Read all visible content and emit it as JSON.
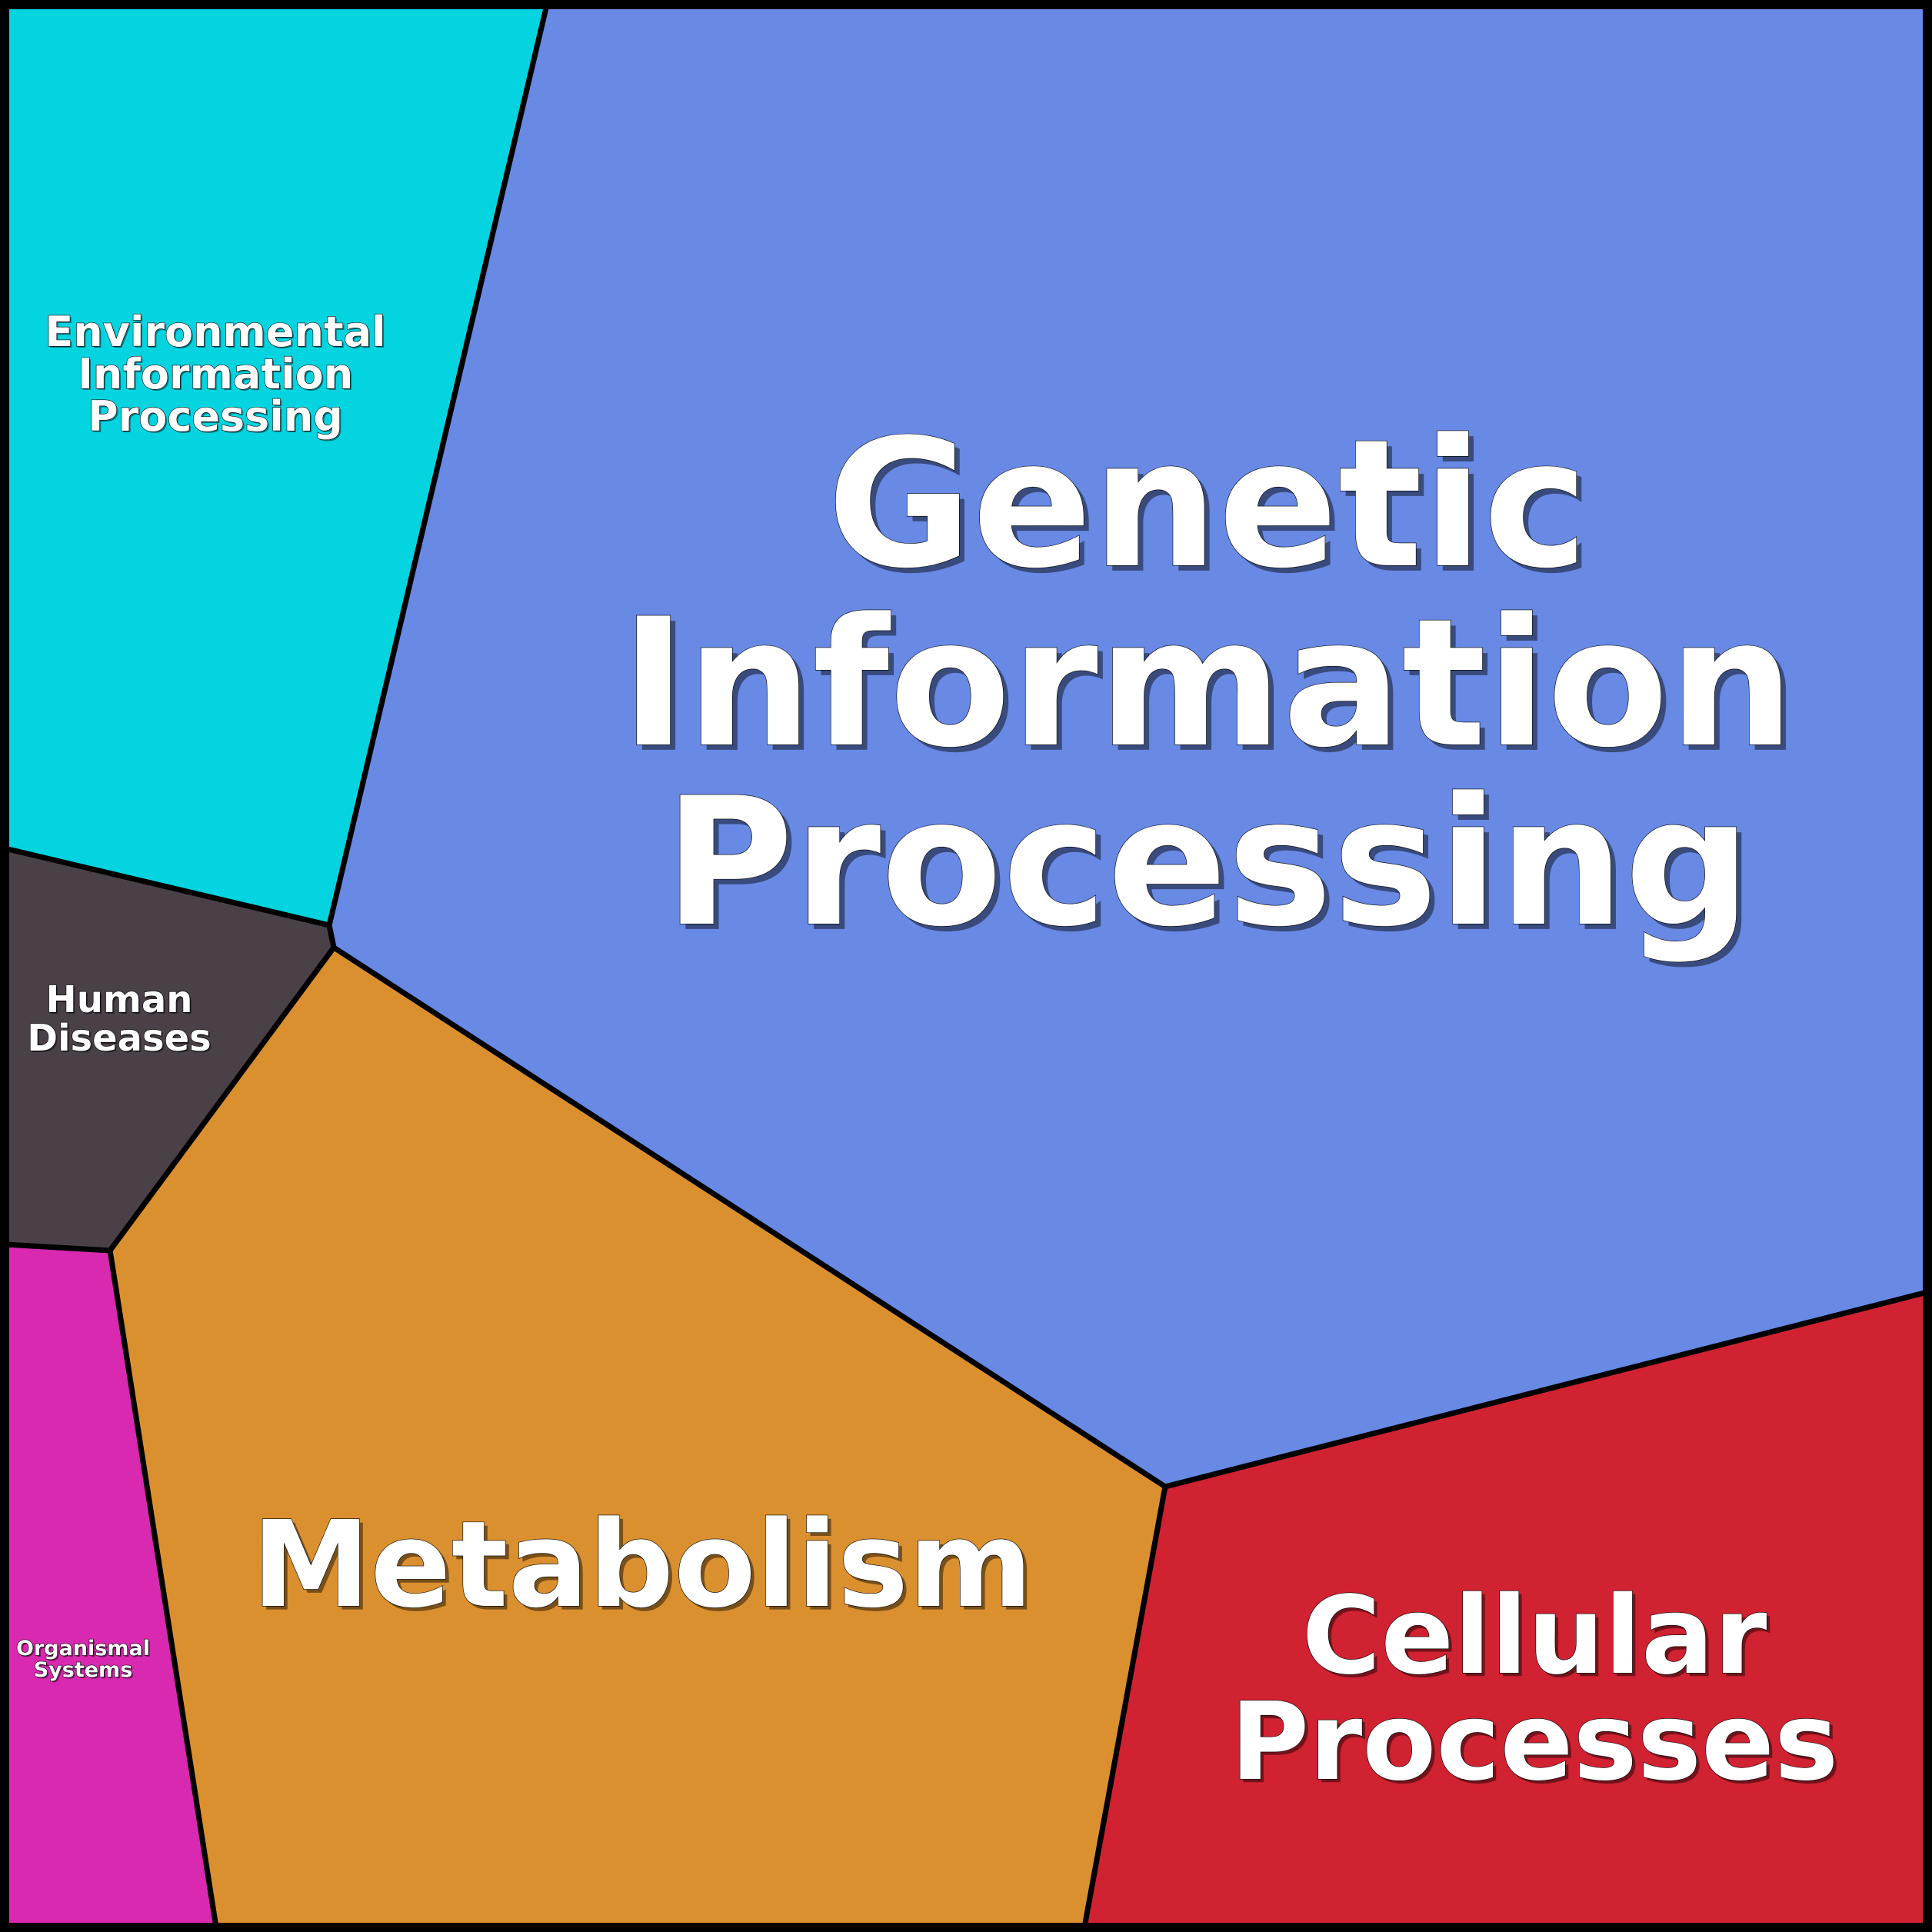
{
  "diagram": {
    "title": "KEGG pathway categories treemap",
    "cells": [
      {
        "id": "genetic-information-processing",
        "lines": [
          "Genetic",
          "Information",
          "Processing"
        ],
        "color": "#6889e4"
      },
      {
        "id": "environmental-information-processing",
        "lines": [
          "Environmental",
          "Information",
          "Processing"
        ],
        "color": "#04d4e0"
      },
      {
        "id": "human-diseases",
        "lines": [
          "Human",
          "Diseases"
        ],
        "color": "#4a4148"
      },
      {
        "id": "metabolism",
        "lines": [
          "Metabolism"
        ],
        "color": "#db902f"
      },
      {
        "id": "organismal-systems",
        "lines": [
          "Organismal",
          "Systems"
        ],
        "color": "#d929b0"
      },
      {
        "id": "cellular-processes",
        "lines": [
          "Cellular",
          "Processes"
        ],
        "color": "#d12232"
      }
    ],
    "border_color": "#000000",
    "text_color": "#ffffff"
  }
}
